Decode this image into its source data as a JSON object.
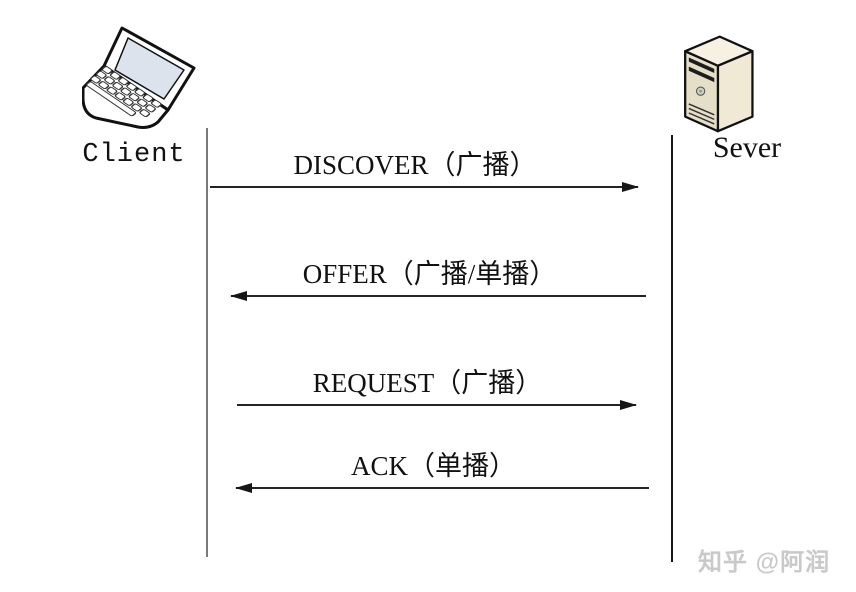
{
  "actors": [
    {
      "name": "Client",
      "icon": "laptop-icon"
    },
    {
      "name": "Sever",
      "icon": "server-icon"
    }
  ],
  "messages": [
    {
      "label": "DISCOVER（广播）",
      "direction": "right"
    },
    {
      "label": "OFFER（广播/单播）",
      "direction": "left"
    },
    {
      "label": "REQUEST（广播）",
      "direction": "right"
    },
    {
      "label": "ACK（单播）",
      "direction": "left"
    }
  ],
  "watermark": {
    "text": "知乎 @阿润"
  },
  "colors": {
    "arrow_line": "#232323",
    "lifeline_client": "#7a7a7a",
    "lifeline_server": "#161616",
    "laptop_screen": "#dce3ed",
    "server_front": "#e6dfc8",
    "server_side": "#efe9d6",
    "server_top": "#f6f1e2",
    "watermark": "#c9c9c9"
  }
}
